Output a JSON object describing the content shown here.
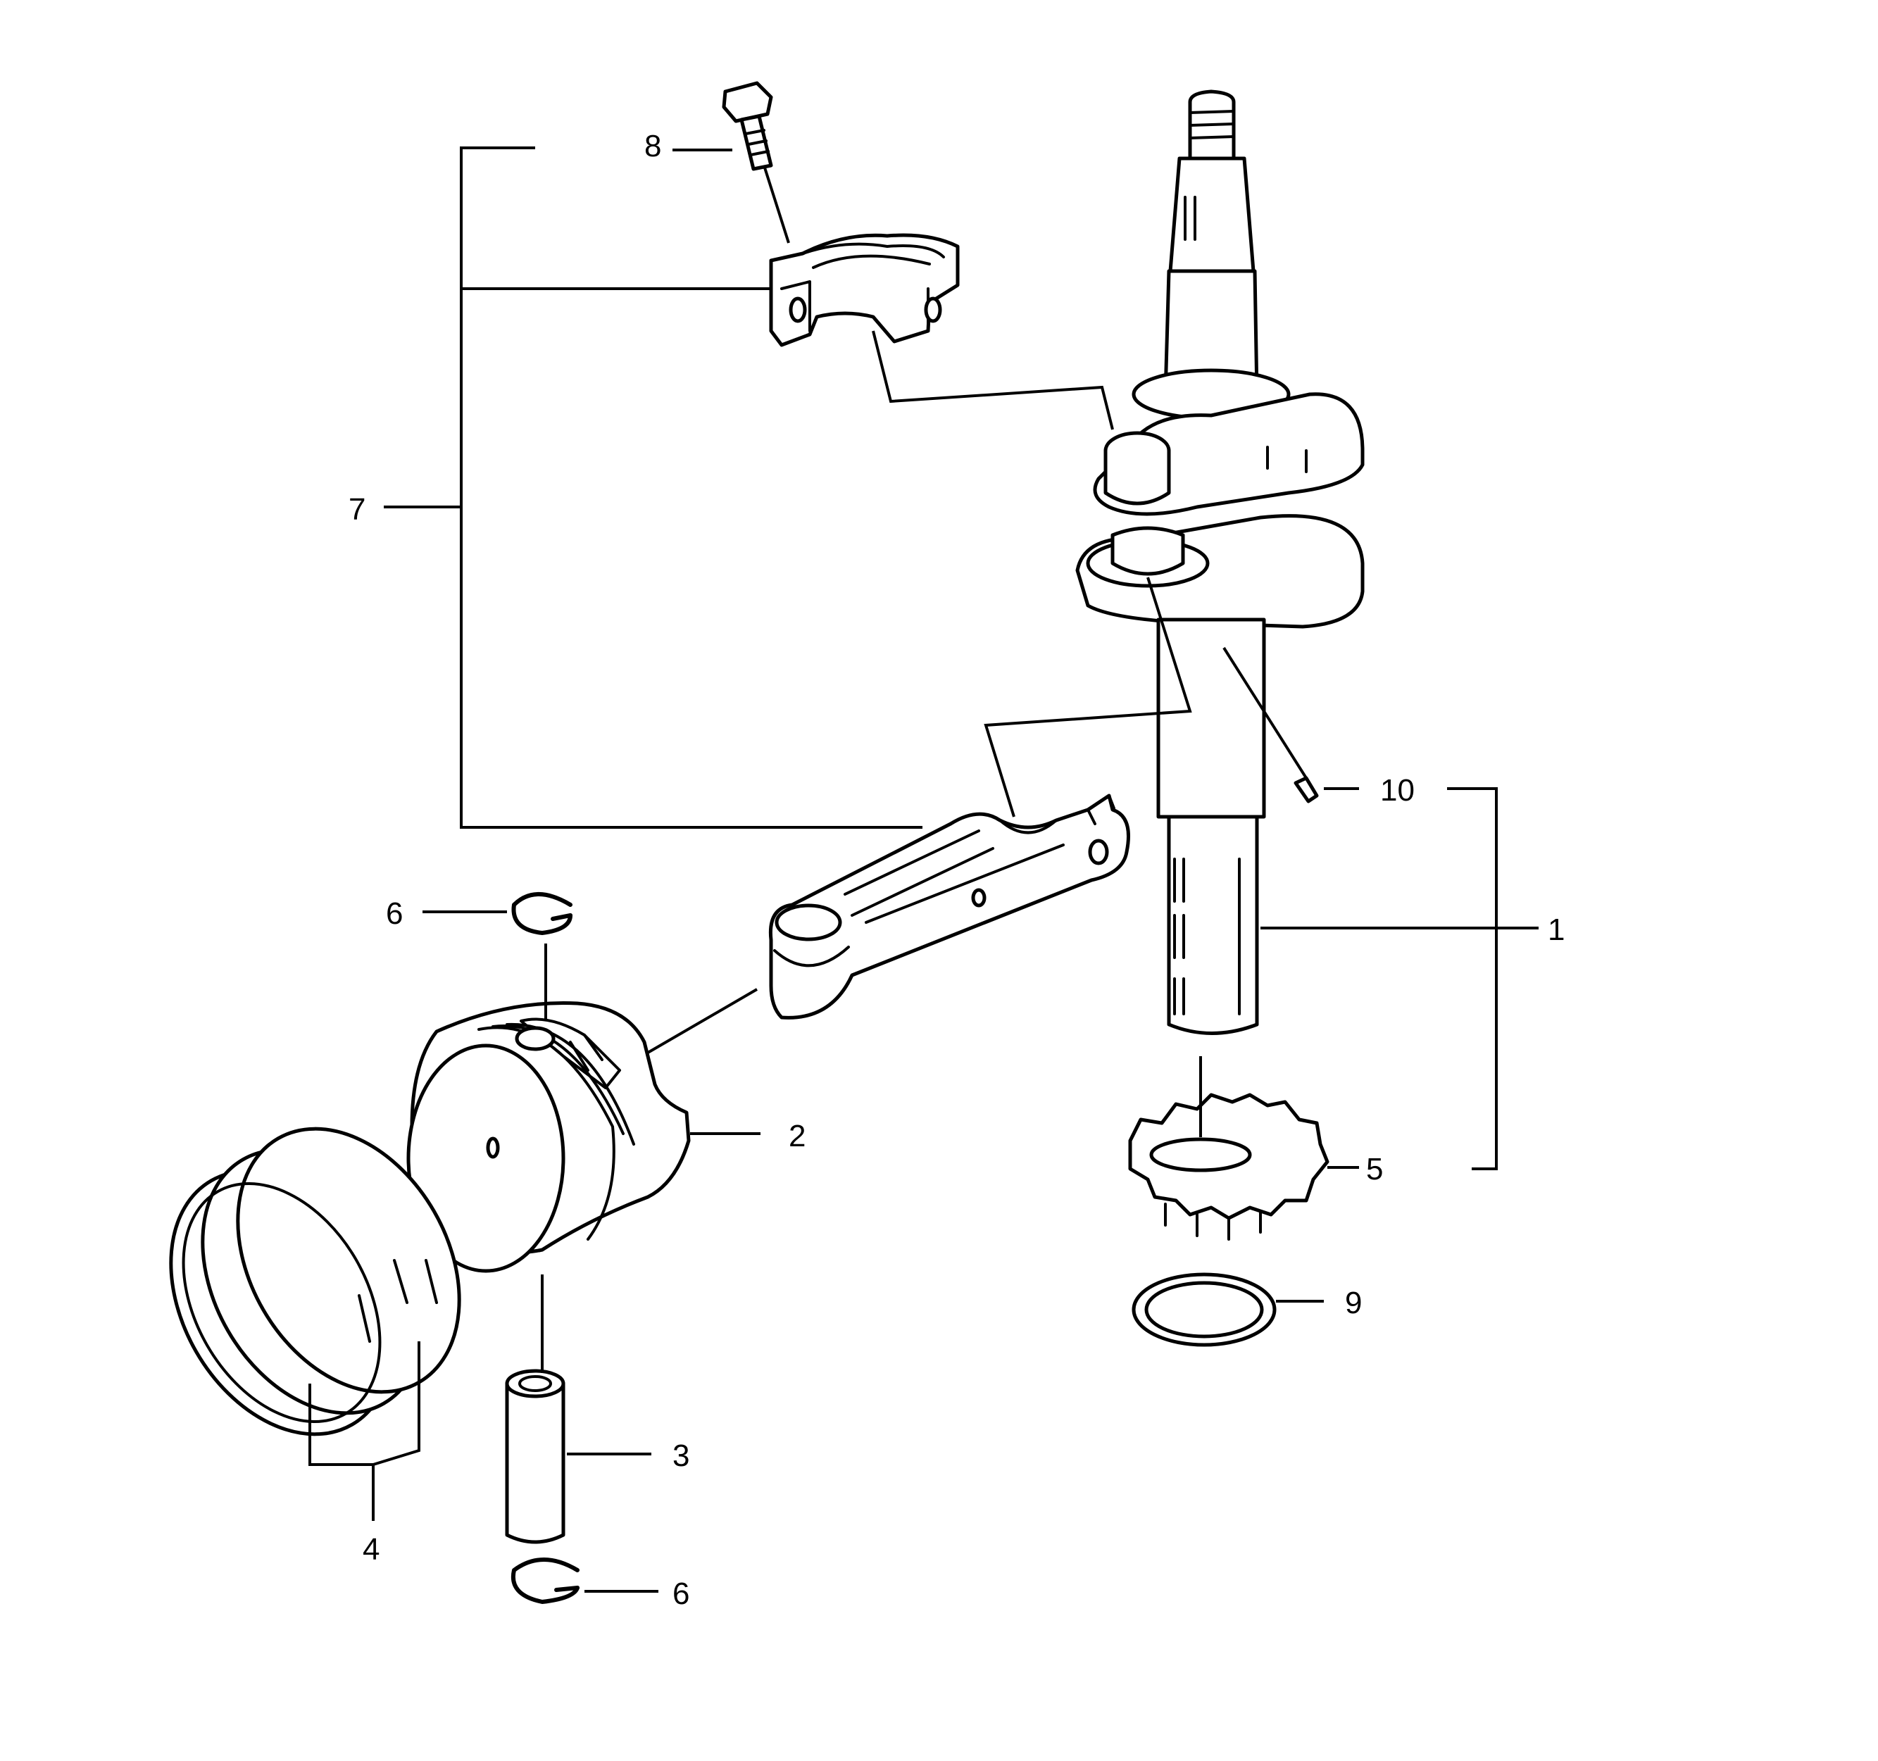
{
  "callouts": [
    {
      "id": "1",
      "text": "1"
    },
    {
      "id": "2",
      "text": "2"
    },
    {
      "id": "3",
      "text": "3"
    },
    {
      "id": "4",
      "text": "4"
    },
    {
      "id": "5",
      "text": "5"
    },
    {
      "id": "6a",
      "text": "6"
    },
    {
      "id": "6b",
      "text": "6"
    },
    {
      "id": "7",
      "text": "7"
    },
    {
      "id": "8",
      "text": "8"
    },
    {
      "id": "9",
      "text": "9"
    },
    {
      "id": "10",
      "text": "10"
    }
  ]
}
